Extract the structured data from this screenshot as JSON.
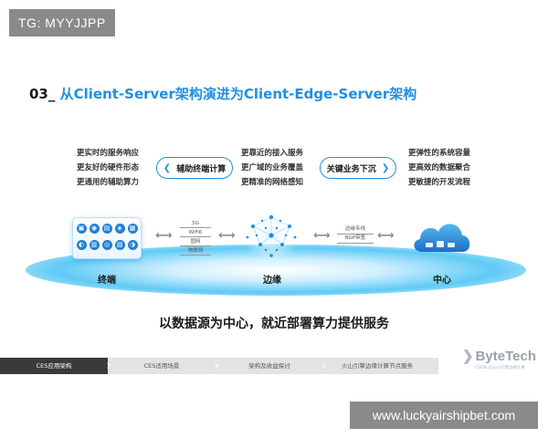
{
  "tag": "TG: MYYJJPP",
  "title": {
    "num": "03_",
    "text": "从Client-Server架构演进为Client-Edge-Server架构"
  },
  "left_col": [
    "更实时的服务响应",
    "更友好的硬件形态",
    "更通用的辅助算力"
  ],
  "mid_col": [
    "更靠近的接入服务",
    "更广域的业务覆盖",
    "更精准的网络感知"
  ],
  "right_col": [
    "更弹性的系统容量",
    "更高效的数据聚合",
    "更敏捷的开发流程"
  ],
  "pill_left": "辅助终端计算",
  "pill_right": "关键业务下沉",
  "networks": [
    "5G",
    "WiFi6",
    "固网",
    "物联网"
  ],
  "bgp": [
    "边缘专线",
    "BGP带宽"
  ],
  "labels": {
    "terminal": "终端",
    "edge": "边缘",
    "center": "中心"
  },
  "slogan": "以数据源为中心，就近部署算力提供服务",
  "tabs": [
    "CES应用架构",
    "CES适用场景",
    "架构及收益探讨",
    "火山引擎边缘计算节点服务"
  ],
  "active_tab": 0,
  "brand": "ByteTech",
  "brand_sub": "CSDN @火山引擎边缘计算",
  "watermark": "www.luckyairshipbet.com",
  "colors": {
    "accent": "#1f8fe0",
    "tab_active": "#3a3a3a"
  }
}
